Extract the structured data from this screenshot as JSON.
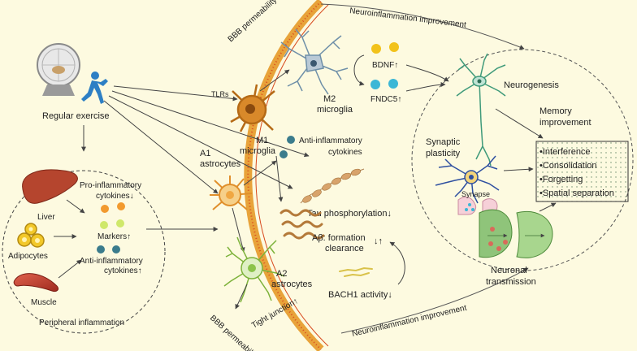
{
  "labels": {
    "regular_exercise": "Regular exercise",
    "liver": "Liver",
    "adipocytes": "Adipocytes",
    "muscle": "Muscle",
    "pro_inflammatory_1": "Pro-inflammatory",
    "pro_inflammatory_2": "cytokines↓",
    "markers": "Markers↑",
    "anti_inflammatory_left_1": "Anti-inflammatory",
    "anti_inflammatory_left_2": "cytokines↑",
    "peripheral_inflammation": "Peripheral inflammation",
    "bbb_top": "BBB permeability",
    "bbb_bottom": "BBB permeability",
    "tight_junction": "Tight junction↑",
    "neuroinflammation_top": "Neuroinflammation improvement",
    "neuroinflammation_bottom": "Neuroinflammation improvement",
    "tlrs": "TLRs",
    "m1_1": "M1",
    "m1_2": "microglia",
    "m2_1": "M2",
    "m2_2": "microglia",
    "bdnf": "BDNF↑",
    "fndc5": "FNDC5↑",
    "a1_1": "A1",
    "a1_2": "astrocytes",
    "a2_1": "A2",
    "a2_2": "astrocytes",
    "anti_inflammatory_right_1": "Anti-inflammatory",
    "anti_inflammatory_right_2": "cytokines",
    "tau": "Tau phosphorylation↓",
    "ab_1": "Aβ: formation",
    "ab_2": "clearance",
    "ab_arrows": "↓↑",
    "bach1": "BACH1 activity↓",
    "neurogenesis": "Neurogenesis",
    "memory_1": "Memory",
    "memory_2": "improvement",
    "synaptic_1": "Synaptic",
    "synaptic_2": "plasticity",
    "synapse": "Synapse",
    "neuronal_1": "Neuronal",
    "neuronal_2": "transmission",
    "memory_items": [
      "•Interference",
      "•Consolidation",
      "•Forgetting",
      "•Spatial separation"
    ]
  },
  "colors": {
    "background": "#fdfae0",
    "bbb_outer": "#e8a33a",
    "bbb_inner": "#d84a1e",
    "m1": "#d9892a",
    "m2": "#6e8fa8",
    "bdnf": "#f2c21b",
    "fndc5": "#3bb7d6",
    "astro_a1": "#f0a742",
    "astro_a2": "#8bc34a",
    "liver": "#b5452e",
    "adipocyte": "#f2c82a",
    "muscle": "#c0392b",
    "neuron_green": "#3f9a7a",
    "neuron_blue": "#2e4fa0",
    "tau": "#d8a36b",
    "ab": "#b47a3a",
    "marker_orange": "#f29a2e",
    "marker_green": "#cfe86a",
    "marker_teal": "#3b7c8c"
  }
}
